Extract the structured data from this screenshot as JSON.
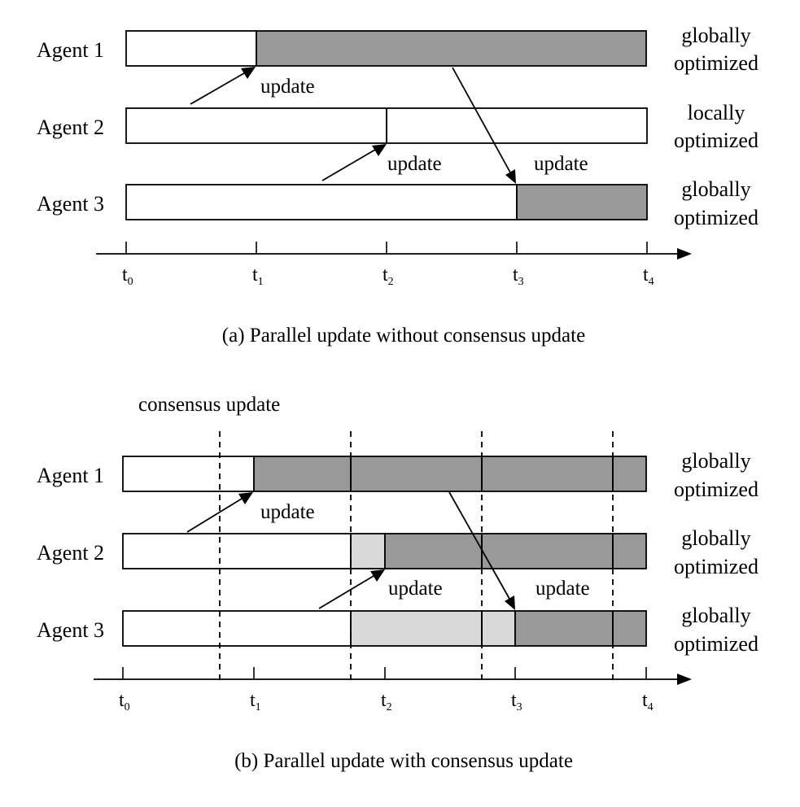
{
  "colors": {
    "white": "#ffffff",
    "light": "#d9d9d9",
    "dark": "#999999",
    "ink": "#000000"
  },
  "panel_a": {
    "caption": "(a) Parallel update without consensus update",
    "agents": [
      {
        "label": "Agent 1",
        "status_line1": "globally",
        "status_line2": "optimized"
      },
      {
        "label": "Agent 2",
        "status_line1": "locally",
        "status_line2": "optimized"
      },
      {
        "label": "Agent 3",
        "status_line1": "globally",
        "status_line2": "optimized"
      }
    ],
    "updates": [
      "update",
      "update",
      "update"
    ],
    "ticks": [
      {
        "base": "t",
        "sub": "0"
      },
      {
        "base": "t",
        "sub": "1"
      },
      {
        "base": "t",
        "sub": "2"
      },
      {
        "base": "t",
        "sub": "3"
      },
      {
        "base": "t",
        "sub": "4"
      }
    ]
  },
  "panel_b": {
    "caption": "(b) Parallel update with consensus update",
    "consensus_label": "consensus update",
    "agents": [
      {
        "label": "Agent 1",
        "status_line1": "globally",
        "status_line2": "optimized"
      },
      {
        "label": "Agent 2",
        "status_line1": "globally",
        "status_line2": "optimized"
      },
      {
        "label": "Agent 3",
        "status_line1": "globally",
        "status_line2": "optimized"
      }
    ],
    "updates": [
      "update",
      "update",
      "update"
    ],
    "ticks": [
      {
        "base": "t",
        "sub": "0"
      },
      {
        "base": "t",
        "sub": "1"
      },
      {
        "base": "t",
        "sub": "2"
      },
      {
        "base": "t",
        "sub": "3"
      },
      {
        "base": "t",
        "sub": "4"
      }
    ]
  }
}
